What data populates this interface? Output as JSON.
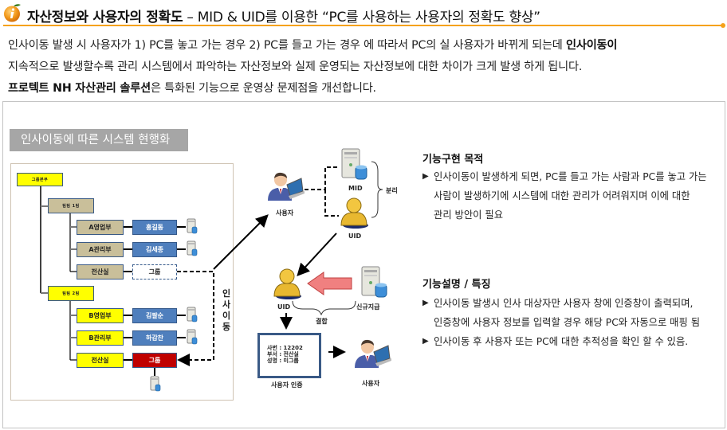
{
  "header": {
    "title_bold": "자산정보와 사용자의 정확도",
    "title_rest": " – MID & UID를 이용한 “PC를 사용하는 사용자의 정확도 향상”",
    "icon": "info-orange-icon",
    "accent_color": "#f5a21b"
  },
  "intro": {
    "line1_a": "인사이동 발생 시 사용자가 1) PC를 놓고 가는 경우 2) PC를 들고 가는 경우 에 따라서 PC의 실 사용자가 바뀌게 되는데 ",
    "line1_b": "인사이동이",
    "line2": "지속적으로 발생할수록 관리 시스템에서 파악하는 자산정보와 실제 운영되는 자산정보에 대한 차이가 크게 발생 하게 됩니다.",
    "line3_bold": "프로텍트 NH 자산관리 솔루션",
    "line3_rest": "은 특화된 기능으로 운영상 문제점을 개선합니다."
  },
  "section": {
    "chip_label": "인사이동에 따른 시스템 현행화",
    "chip_color": "#a6a6a6"
  },
  "org_chart": {
    "root": "그룹본부",
    "team1": "팀팀 1팀",
    "team2": "팀팀 2팀",
    "team1_depts": [
      {
        "dept": "A영업부",
        "person": "홍길동"
      },
      {
        "dept": "A관리부",
        "person": "김세종"
      },
      {
        "dept": "전산실",
        "person": "그룹"
      }
    ],
    "team2_depts": [
      {
        "dept": "B영업부",
        "person": "김팔순"
      },
      {
        "dept": "B관리부",
        "person": "하감찬"
      },
      {
        "dept": "전산실",
        "person": "그룹"
      }
    ],
    "move_label": [
      "인",
      "사",
      "이",
      "동"
    ],
    "colors": {
      "yellow": "#ffff00",
      "tan": "#c9bf9a",
      "blue": "#4f7fbd",
      "red": "#c00000"
    }
  },
  "flow": {
    "user_label": "사용자",
    "mid_label": "MID",
    "uid_label": "UID",
    "separate_label": "분리",
    "uid2_label": "UID",
    "new_issue_label": "신규지급",
    "combine_label": "결합",
    "card": {
      "lines": [
        "사번 : 12202",
        "부서 : 전산실",
        "성명 : 미그룹"
      ],
      "caption": "사용자 인증"
    },
    "user2_label": "사용자",
    "arrow_color": "#f08080"
  },
  "purpose": {
    "heading": "기능구현 목적",
    "items": [
      {
        "lines": [
          "인사이동이 발생하게 되면, PC를 들고 가는 사람과 PC를 놓고 가는",
          "사람이  발생하기에 시스템에 대한 관리가 어려워지며 이에 대한",
          "관리 방안이 필요"
        ]
      }
    ]
  },
  "features": {
    "heading": "기능설명 / 특징",
    "items": [
      {
        "lines": [
          "인사이동 발생시 인사 대상자만 사용자 창에 인증창이 출력되며,",
          "인증창에 사용자 정보를 입력할 경우 해당 PC와 자동으로 매핑 됨"
        ]
      },
      {
        "lines": [
          "인사이동 후 사용자 또는 PC에 대한 추적성을 확인 할 수 있음."
        ]
      }
    ],
    "bullet": "▶"
  }
}
